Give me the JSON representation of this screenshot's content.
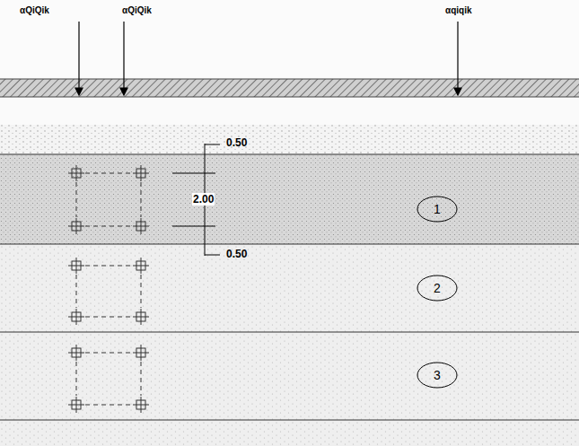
{
  "diagram": {
    "nodes": [
      {
        "text": [
          "1"
        ]
      },
      {
        "text": [
          "2"
        ]
      },
      {
        "text": [
          "3"
        ]
      }
    ],
    "labels": [
      "αQiQik",
      "αQiQik",
      "αqiqik",
      "0.50",
      "2.00",
      "0.50"
    ]
  }
}
